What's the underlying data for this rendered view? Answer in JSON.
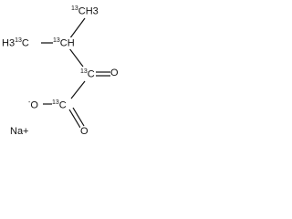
{
  "molecule": {
    "bond_color": "#111111",
    "text_color": "#111111",
    "top_methyl_isotope": "13",
    "top_methyl_element": "CH3",
    "left_methyl_prefix": "H3",
    "left_methyl_isotope": "13",
    "left_methyl_element": "C",
    "ch_isotope": "13",
    "ch_element": "CH",
    "keto_isotope": "13",
    "keto_element": "C",
    "keto_oxygen": "O",
    "carboxyl_isotope": "13",
    "carboxyl_element": "C",
    "carboxyl_oxygen_double": "O",
    "carboxylate_oxygen_prefix": "-",
    "carboxylate_oxygen": "O",
    "counter_ion": "Na+"
  }
}
